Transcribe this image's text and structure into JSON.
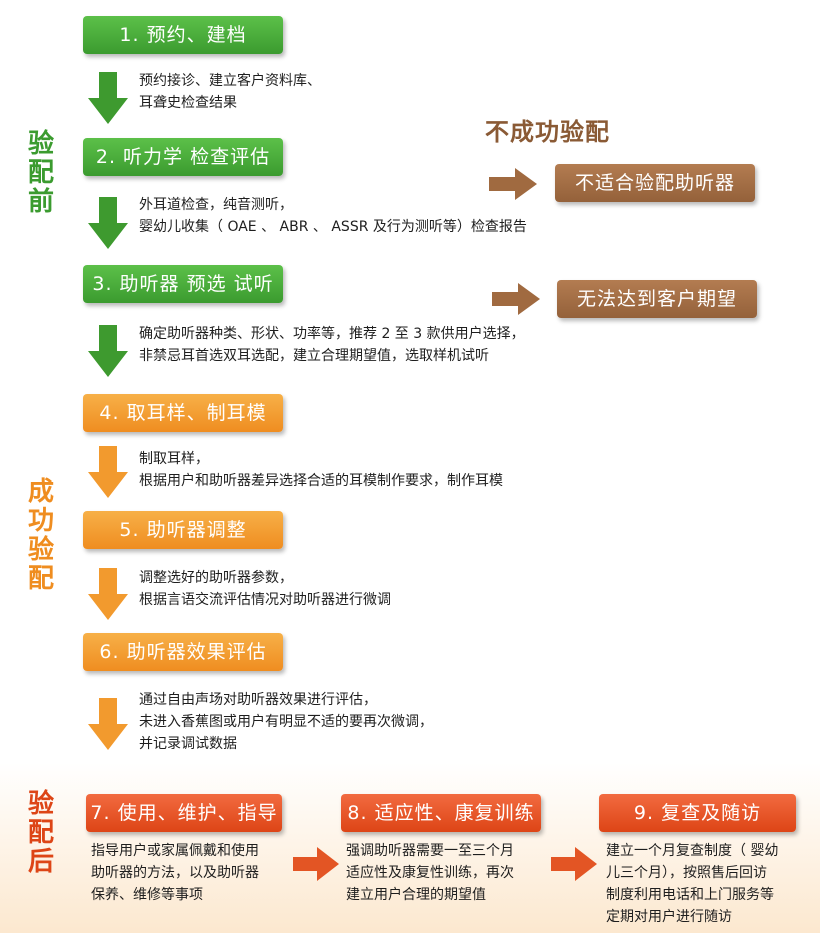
{
  "colors": {
    "green": "#3b9b2f",
    "orange": "#ef8d20",
    "red": "#dd4516",
    "brown": "#94613a"
  },
  "side_labels": {
    "before": "验配前",
    "success": "成功验配",
    "after": "验配后"
  },
  "steps": {
    "s1": "1. 预约、建档",
    "s2": "2. 听力学 检查评估",
    "s3": "3. 助听器 预选 试听",
    "s4": "4. 取耳样、制耳模",
    "s5": "5. 助听器调整",
    "s6": "6. 助听器效果评估",
    "s7": "7. 使用、维护、指导",
    "s8": "8. 适应性、康复训练",
    "s9": "9. 复查及随访"
  },
  "notes": {
    "n1": [
      "预约接诊、建立客户资料库、",
      "耳聋史检查结果"
    ],
    "n2": [
      "外耳道检查，纯音测听，",
      "婴幼儿收集（ OAE 、 ABR 、 ASSR 及行为测听等）检查报告"
    ],
    "n3": [
      "确定助听器种类、形状、功率等，推荐 2 至 3 款供用户选择，",
      "非禁忌耳首选双耳选配，建立合理期望值，选取样机试听"
    ],
    "n4": [
      "制取耳样，",
      "根据用户和助听器差异选择合适的耳模制作要求，制作耳模"
    ],
    "n5": [
      "调整选好的助听器参数，",
      "根据言语交流评估情况对助听器进行微调"
    ],
    "n6": [
      "通过自由声场对助听器效果进行评估，",
      "未进入香蕉图或用户有明显不适的要再次微调，",
      "并记录调试数据"
    ],
    "n7": [
      "指导用户或家属佩戴和使用",
      "助听器的方法，以及助听器",
      "保养、维修等事项"
    ],
    "n8": [
      "强调助听器需要一至三个月",
      "适应性及康复性训练，再次",
      "建立用户合理的期望值"
    ],
    "n9": [
      "建立一个月复查制度（ 婴幼",
      "儿三个月），按照售后回访",
      "制度利用电话和上门服务等",
      "定期对用户进行随访"
    ]
  },
  "failure": {
    "title": "不成功验配",
    "box1": "不适合验配助听器",
    "box2": "无法达到客户期望"
  }
}
